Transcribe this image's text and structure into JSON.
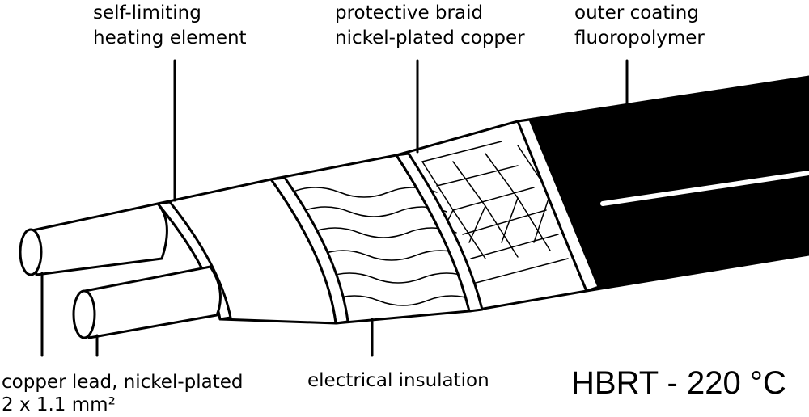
{
  "labels": {
    "heating_element": [
      "self-limiting",
      "heating element"
    ],
    "braid": [
      "protective braid",
      "nickel-plated copper"
    ],
    "coating": [
      "outer coating",
      "fluoropolymer"
    ],
    "copper_lead": [
      "copper lead, nickel-plated",
      "2 x 1.1 mm²"
    ],
    "insulation": "electrical insulation",
    "model": "HBRT - 220 °C"
  },
  "colors": {
    "ink": "#000000",
    "paper": "#ffffff"
  }
}
